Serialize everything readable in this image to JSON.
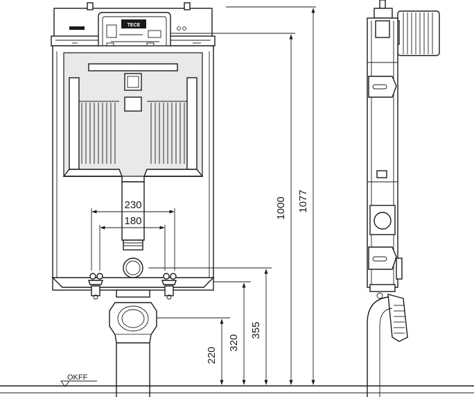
{
  "brand_logo": "TECE",
  "dimensions": {
    "width_outer": "230",
    "width_inner": "180",
    "height_frame": "1000",
    "height_total": "1077",
    "height_outlet": "220",
    "height_outlet_top": "320",
    "height_studs": "355"
  },
  "floor_label": "OKFF",
  "colors": {
    "line": "#1a1a1a",
    "paper": "#ffffff",
    "panel": "#e9e9e9"
  }
}
